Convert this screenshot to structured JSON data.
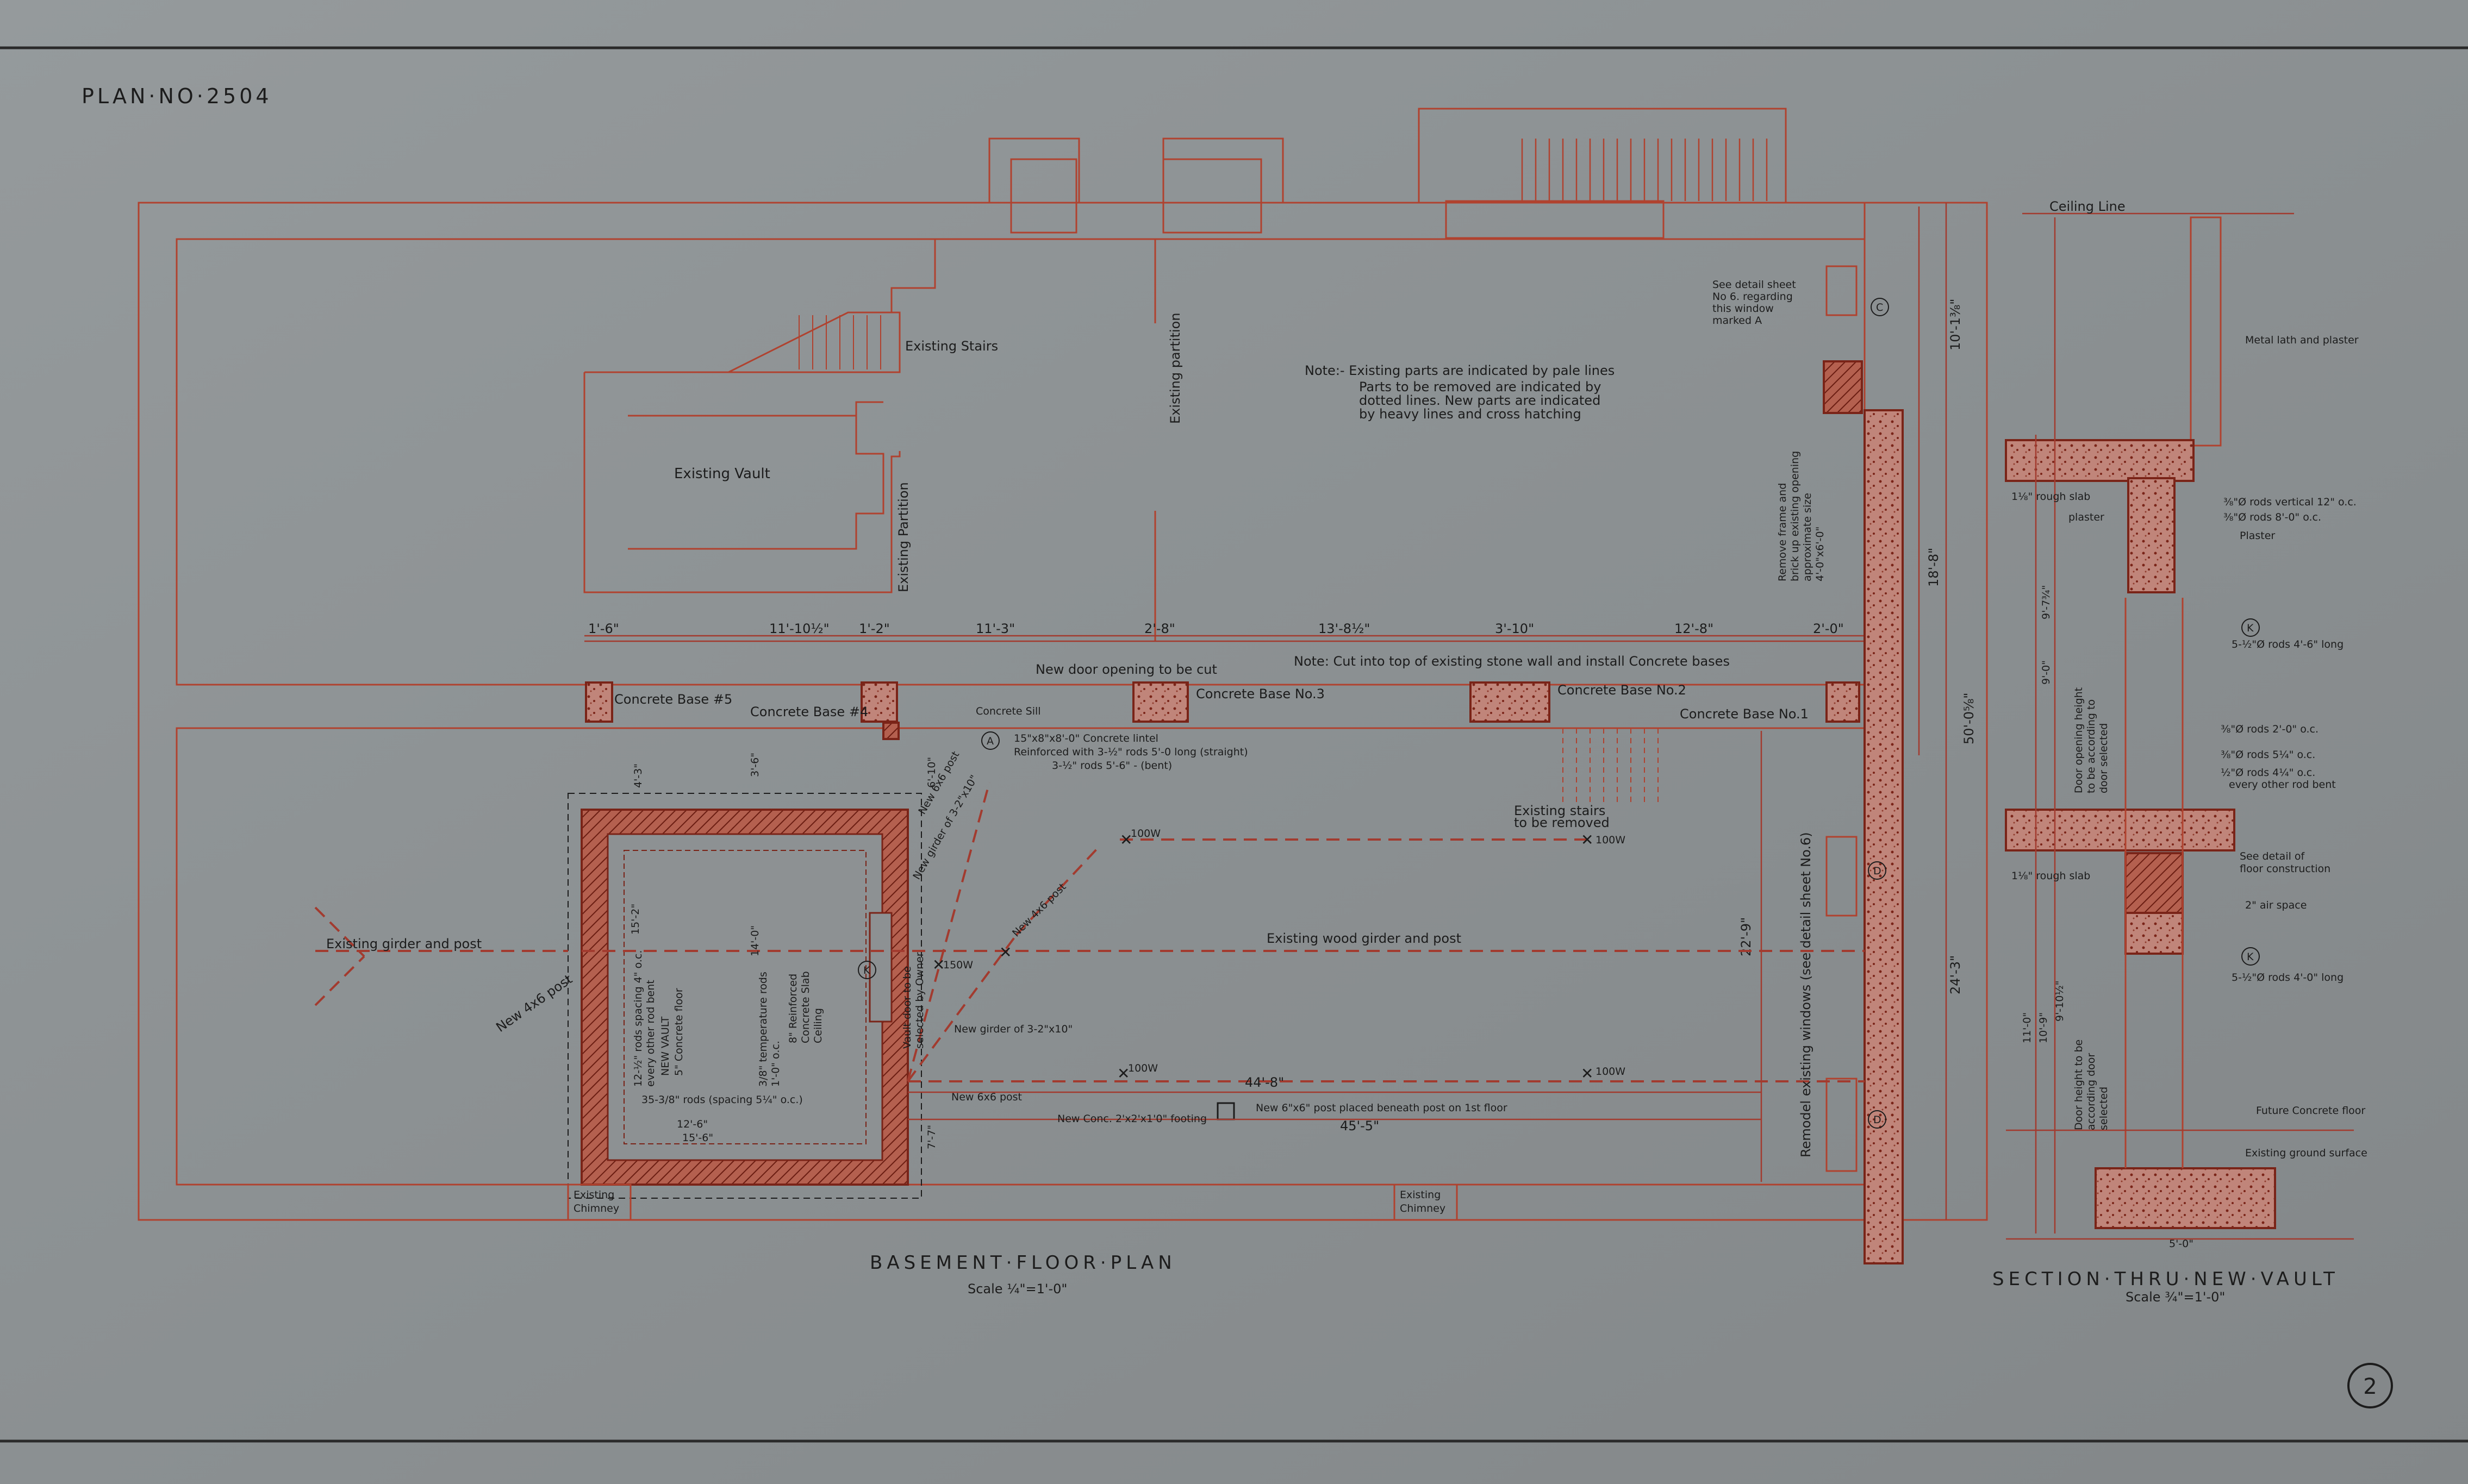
{
  "plan_number": "PLAN·NO·2504",
  "sheet_number": "2",
  "floor_plan": {
    "title": "BASEMENT·FLOOR·PLAN",
    "scale": "Scale ¼\"=1'-0\""
  },
  "section": {
    "title": "SECTION·THRU·NEW·VAULT",
    "scale": "Scale ¾\"=1'-0\""
  },
  "notes": {
    "general": [
      "Note:- Existing parts are indicated by pale lines",
      "Parts to be removed are indicated by",
      "dotted lines. New parts are indicated",
      "by heavy lines and cross hatching"
    ],
    "cut": "Note: Cut into top of existing stone wall and install Concrete bases",
    "detail_window": [
      "See detail sheet",
      "No 6. regarding",
      "this window",
      "marked A"
    ],
    "lintel": [
      "15\"x8\"x8'-0\" Concrete lintel",
      "Reinforced with 3-½\" rods 5'-0 long (straight)",
      "3-½\" rods 5'-6\" - (bent)"
    ]
  },
  "labels": {
    "existing_stairs": "Existing Stairs",
    "existing_vault": "Existing Vault",
    "existing_partition_a": "Existing partition",
    "existing_partition_b": "Existing Partition",
    "new_door": "New door opening to be cut",
    "concrete_base_5": "Concrete Base #5",
    "concrete_base_4": "Concrete Base #4",
    "concrete_base_3": "Concrete Base No.3",
    "concrete_base_2": "Concrete Base No.2",
    "concrete_base_1": "Concrete Base No.1",
    "concrete_sill": "Concrete Sill",
    "existing_stairs_removed": [
      "Existing stairs",
      "to be removed"
    ],
    "existing_girder_post": "Existing wood girder and post",
    "existing_girder_post_left": "Existing girder and post",
    "new_post_a": "New 6x6 post",
    "new_post_b": "New 4x6 post",
    "new_post_c": "New 6x6 post",
    "new_post_d": "New 4x6 post",
    "new_girder_a": "New girder of 3-2\"x10\"",
    "new_girder_b": "New girder of 3-2\"x10\"",
    "new_footing": "New 6\"x6\" post placed beneath post on 1st floor",
    "new_conc_footing": "New Conc. 2'x2'x1'0\" footing",
    "new_vault": [
      "NEW VAULT",
      "5\" Concrete floor"
    ],
    "reinforced_slab": [
      "8\" Reinforced",
      "Concrete Slab",
      "Ceiling"
    ],
    "temp_rods": [
      "3/8\" temperature rods",
      "1'-0\" o.c."
    ],
    "rods_spacing": "35-3/8\" rods (spacing 5¼\" o.c.)",
    "rods_vault": [
      "12-½\" rods spacing 4\" o.c.",
      "every other rod bent"
    ],
    "vault_door": [
      "Vault door to be",
      "selected by Owner"
    ],
    "remodel_windows": "Remodel existing windows (see detail sheet No.6)",
    "remove_frame": [
      "Remove frame and",
      "brick up existing opening",
      "approximate size",
      "4'-0\"x6'-0\""
    ],
    "existing_chimney_a": [
      "Existing",
      "Chimney"
    ],
    "existing_chimney_b": [
      "Existing",
      "Chimney"
    ],
    "bow_a": "100W",
    "bow_b": "100W",
    "bow_c": "100W",
    "bow_d": "100W",
    "bow_e": "150W",
    "marker_a": "A",
    "marker_k": "K",
    "marker_c1": "C",
    "marker_d1": "D",
    "marker_d2": "D"
  },
  "dimensions": {
    "top": [
      "1'-6\"",
      "11'-10½\"",
      "1'-2\"",
      "11'-3\"",
      "2'-8\"",
      "13'-8½\"",
      "3'-10\"",
      "12'-8\"",
      "2'-0\""
    ],
    "interior_44": "44'-8\"",
    "interior_45": "45'-5\"",
    "vault_15a": "15'-2\"",
    "vault_15b": "15'-6\"",
    "vault_12": "12'-6\"",
    "vault_14": "14'-0\"",
    "right_10": "10'-1⅜\"",
    "right_18": "18'-8\"",
    "right_50": "50'-0⅝\"",
    "right_24": "24'-3\"",
    "right_22": "22'-9\"",
    "left_4": "4'-3\"",
    "left_3": "3'-6\"",
    "left_6": "6'-10\"",
    "left_7": "7'-7\""
  },
  "section_labels": {
    "ceiling_line": "Ceiling Line",
    "metal_lath": "Metal lath and plaster",
    "rough_slab_top": "1⅛\" rough slab",
    "plaster_a": "plaster",
    "vertical_rods": "⅜\"Ø rods vertical 12\" o.c.",
    "rods_8": "⅜\"Ø rods 8'-0\" o.c.",
    "plaster_b": "Plaster",
    "rods_long_a": "5-½\"Ø rods 4'-6\" long",
    "rods_2": "⅜\"Ø rods 2'-0\" o.c.",
    "rods_5": "⅜\"Ø rods 5¼\" o.c.",
    "rods_4": [
      "½\"Ø rods 4¼\" o.c.",
      "every other rod bent"
    ],
    "see_detail": [
      "See detail of",
      "floor construction"
    ],
    "air_space": "2\" air space",
    "rods_long_b": "5-½\"Ø rods 4'-0\" long",
    "rough_slab_bot": "1⅛\" rough slab",
    "future_floor": "Future Concrete floor",
    "existing_ground": "Existing ground surface",
    "door_height_a": [
      "Door opening height",
      "to be according to",
      "door selected"
    ],
    "door_height_b": [
      "Door height to be",
      "according door",
      "selected"
    ],
    "width": "5'-0\"",
    "dim_9a": "9'-7¾\"",
    "dim_9b": "9'-0\"",
    "dim_11": "11'-0\"",
    "dim_10": "10'-9\"",
    "dim_9c": "9'-10½\""
  }
}
